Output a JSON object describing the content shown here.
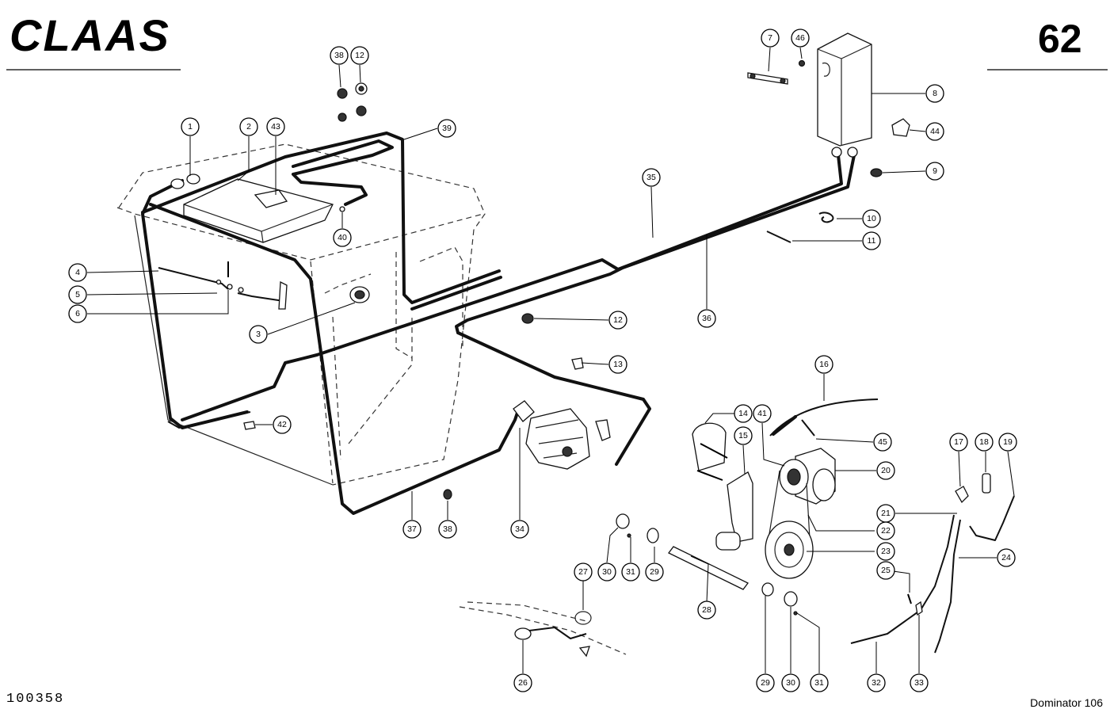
{
  "header": {
    "brand": "CLAAS",
    "page_number": "62"
  },
  "footer": {
    "document_number": "100358",
    "model": "Dominator 106"
  },
  "callouts": [
    {
      "id": "c1",
      "label": "1"
    },
    {
      "id": "c2",
      "label": "2"
    },
    {
      "id": "c43",
      "label": "43"
    },
    {
      "id": "c38a",
      "label": "38"
    },
    {
      "id": "c12a",
      "label": "12"
    },
    {
      "id": "c39",
      "label": "39"
    },
    {
      "id": "c7",
      "label": "7"
    },
    {
      "id": "c46",
      "label": "46"
    },
    {
      "id": "c8",
      "label": "8"
    },
    {
      "id": "c44",
      "label": "44"
    },
    {
      "id": "c9",
      "label": "9"
    },
    {
      "id": "c35",
      "label": "35"
    },
    {
      "id": "c10",
      "label": "10"
    },
    {
      "id": "c11",
      "label": "11"
    },
    {
      "id": "c40",
      "label": "40"
    },
    {
      "id": "c4",
      "label": "4"
    },
    {
      "id": "c5",
      "label": "5"
    },
    {
      "id": "c6",
      "label": "6"
    },
    {
      "id": "c3",
      "label": "3"
    },
    {
      "id": "c12b",
      "label": "12"
    },
    {
      "id": "c36",
      "label": "36"
    },
    {
      "id": "c13",
      "label": "13"
    },
    {
      "id": "c16",
      "label": "16"
    },
    {
      "id": "c14",
      "label": "14"
    },
    {
      "id": "c41",
      "label": "41"
    },
    {
      "id": "c15",
      "label": "15"
    },
    {
      "id": "c45",
      "label": "45"
    },
    {
      "id": "c17",
      "label": "17"
    },
    {
      "id": "c18",
      "label": "18"
    },
    {
      "id": "c19",
      "label": "19"
    },
    {
      "id": "c20",
      "label": "20"
    },
    {
      "id": "c42",
      "label": "42"
    },
    {
      "id": "c21",
      "label": "21"
    },
    {
      "id": "c22",
      "label": "22"
    },
    {
      "id": "c23",
      "label": "23"
    },
    {
      "id": "c24",
      "label": "24"
    },
    {
      "id": "c37",
      "label": "37"
    },
    {
      "id": "c38b",
      "label": "38"
    },
    {
      "id": "c34",
      "label": "34"
    },
    {
      "id": "c30a",
      "label": "30"
    },
    {
      "id": "c31a",
      "label": "31"
    },
    {
      "id": "c29a",
      "label": "29"
    },
    {
      "id": "c27",
      "label": "27"
    },
    {
      "id": "c28",
      "label": "28"
    },
    {
      "id": "c25",
      "label": "25"
    },
    {
      "id": "c26",
      "label": "26"
    },
    {
      "id": "c29b",
      "label": "29"
    },
    {
      "id": "c30b",
      "label": "30"
    },
    {
      "id": "c31b",
      "label": "31"
    },
    {
      "id": "c32",
      "label": "32"
    },
    {
      "id": "c33",
      "label": "33"
    }
  ]
}
